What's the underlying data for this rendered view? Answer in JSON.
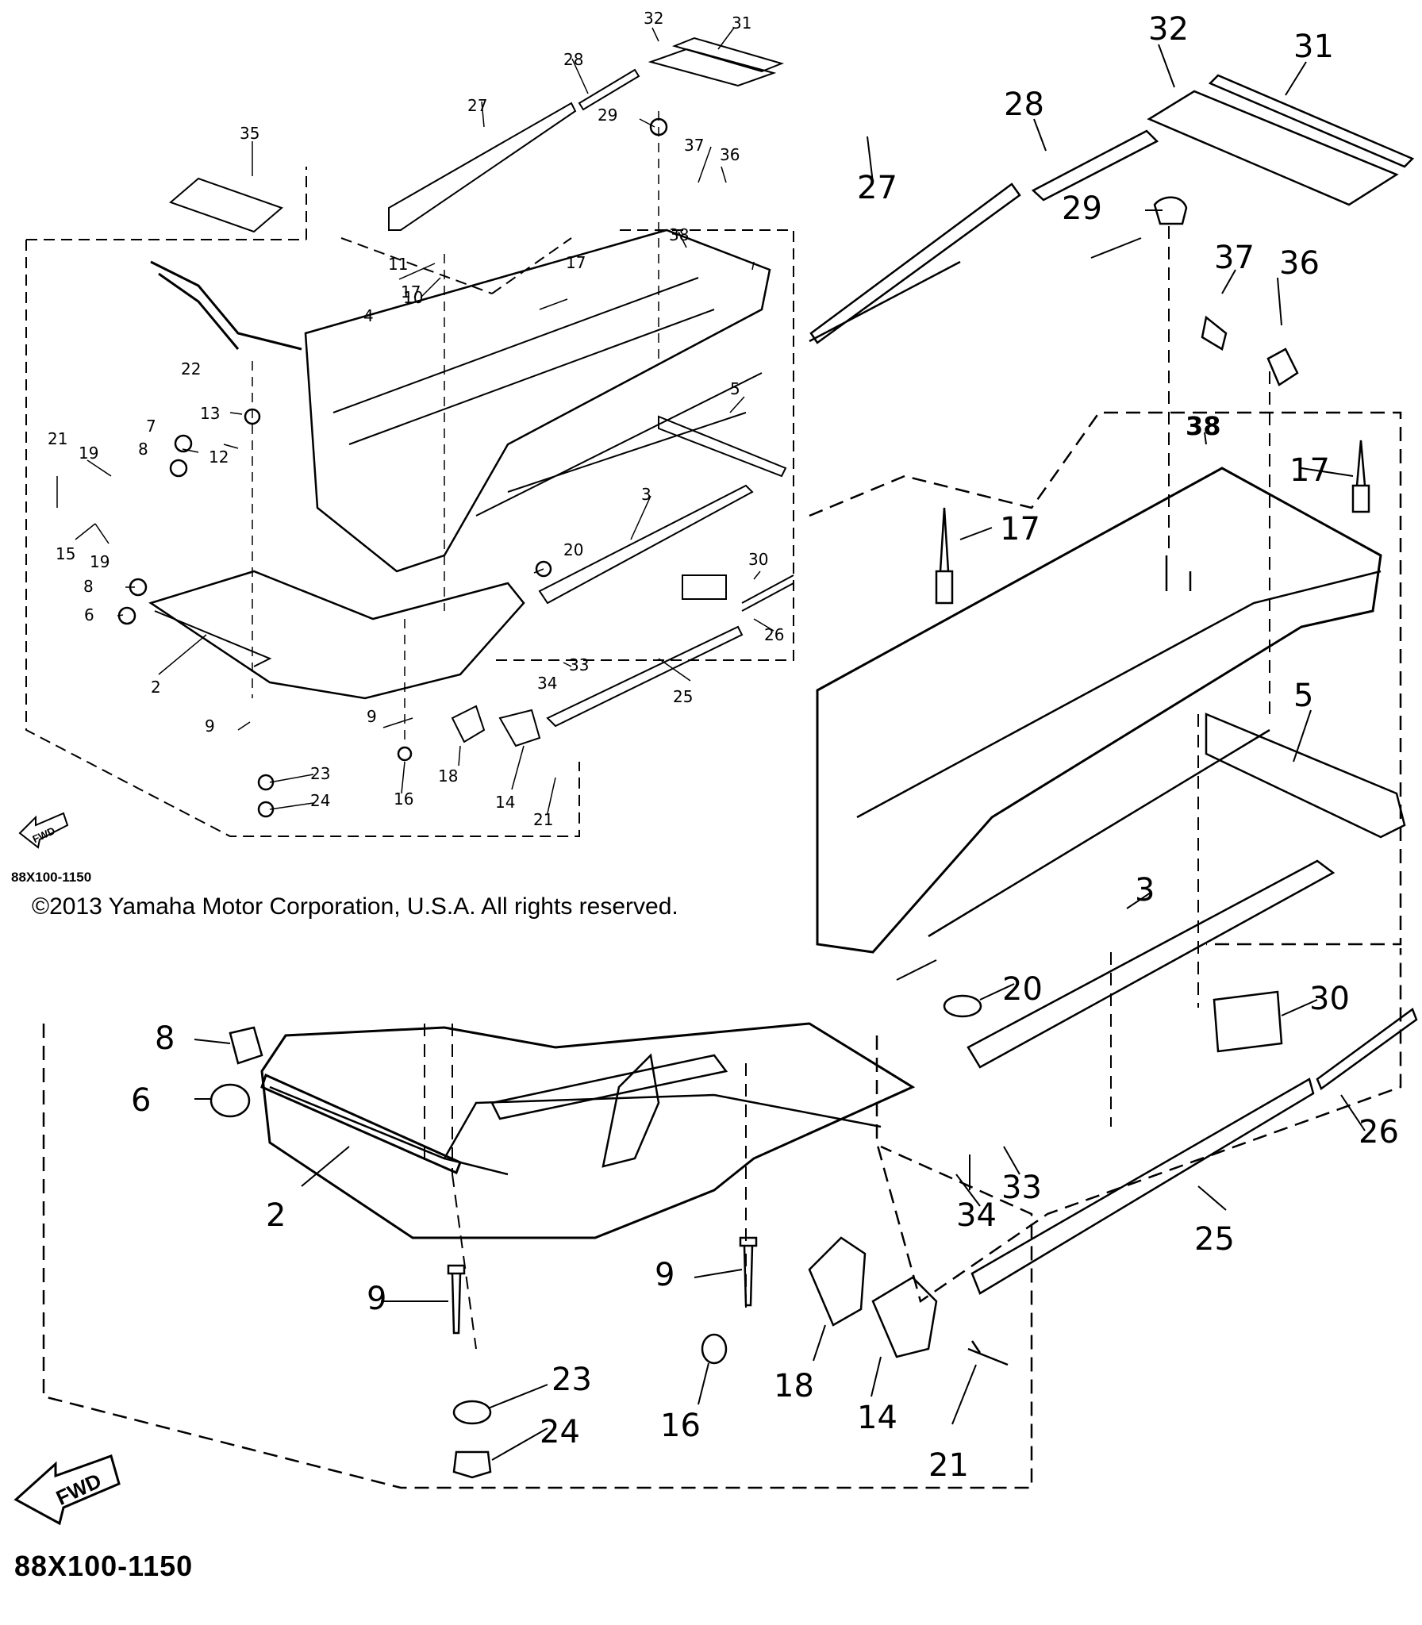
{
  "diagram": {
    "part_code": "88X100-1150",
    "copyright": "©2013 Yamaha Motor Corporation, U.S.A. All rights reserved.",
    "fwd_label": "FWD",
    "callouts_small": [
      "35",
      "32",
      "31",
      "28",
      "27",
      "29",
      "37",
      "36",
      "38",
      "17",
      "11",
      "10",
      "4",
      "22",
      "13",
      "7",
      "12",
      "21",
      "19",
      "8",
      "15",
      "19",
      "5",
      "3",
      "20",
      "30",
      "8",
      "6",
      "26",
      "33",
      "34",
      "25",
      "2",
      "9",
      "9",
      "23",
      "24",
      "18",
      "14",
      "16",
      "21",
      "17"
    ],
    "callouts_large": [
      "32",
      "31",
      "28",
      "27",
      "29",
      "37",
      "36",
      "38",
      "17",
      "17",
      "5",
      "3",
      "20",
      "30",
      "8",
      "6",
      "2",
      "33",
      "34",
      "26",
      "25",
      "9",
      "9",
      "18",
      "14",
      "16",
      "23",
      "24",
      "21"
    ]
  }
}
